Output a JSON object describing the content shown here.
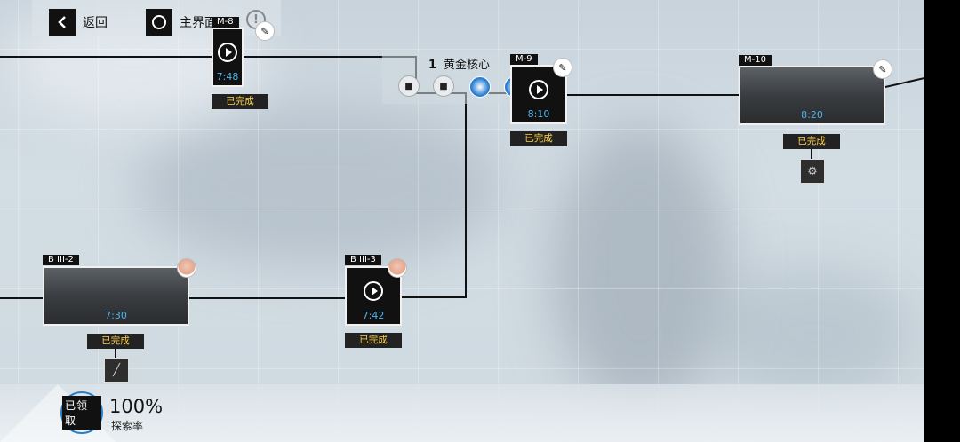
{
  "nav": {
    "back_label": "返回",
    "home_label": "主界面",
    "alert_symbol": "!"
  },
  "objective": {
    "index": "1",
    "title": "黄金核心"
  },
  "nodes": {
    "m8": {
      "title": "M-8",
      "duration": "7:48",
      "status": "已完成"
    },
    "m9": {
      "title": "M-9",
      "duration": "8:10",
      "status": "已完成"
    },
    "m10": {
      "title": "M-10",
      "duration": "8:20",
      "status": "已完成"
    },
    "b3_2": {
      "title": "B III-2",
      "duration": "7:30",
      "status": "已完成"
    },
    "b3_3": {
      "title": "B III-3",
      "duration": "7:42",
      "status": "已完成"
    }
  },
  "progress": {
    "claimed_label": "已领取",
    "percent": "100%",
    "percent_label": "探索率"
  },
  "icons": {
    "back": "chevron-left-icon",
    "home": "circle-icon",
    "alert": "exclamation-icon",
    "lock": "lock-icon",
    "play": "play-icon",
    "reward": "item-icon"
  },
  "colors": {
    "duration": "#4fb3ea",
    "status": "#ffd24a",
    "accent": "#2a7ec4"
  }
}
